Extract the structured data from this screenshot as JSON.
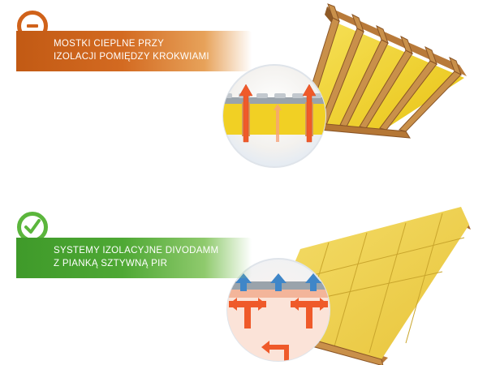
{
  "top_panel": {
    "badge_icon": "minus-icon",
    "banner_color": "#c25a14",
    "banner_lines": [
      "MOSTKI CIEPLNE PRZY",
      "IZOLACJI POMIĘDZY KROKWIAMI"
    ]
  },
  "bottom_panel": {
    "badge_icon": "checkmark-icon",
    "banner_color": "#4ea834",
    "banner_lines": [
      "SYSTEMY IZOLACYJNE DIVODAMM",
      "Z PIANKĄ SZTYWNĄ PIR"
    ]
  },
  "colors": {
    "insulation_yellow": "#f2d21a",
    "timber": "#c9904a",
    "arrow_red": "#ef5a2a",
    "arrow_blue": "#3f86c8"
  }
}
